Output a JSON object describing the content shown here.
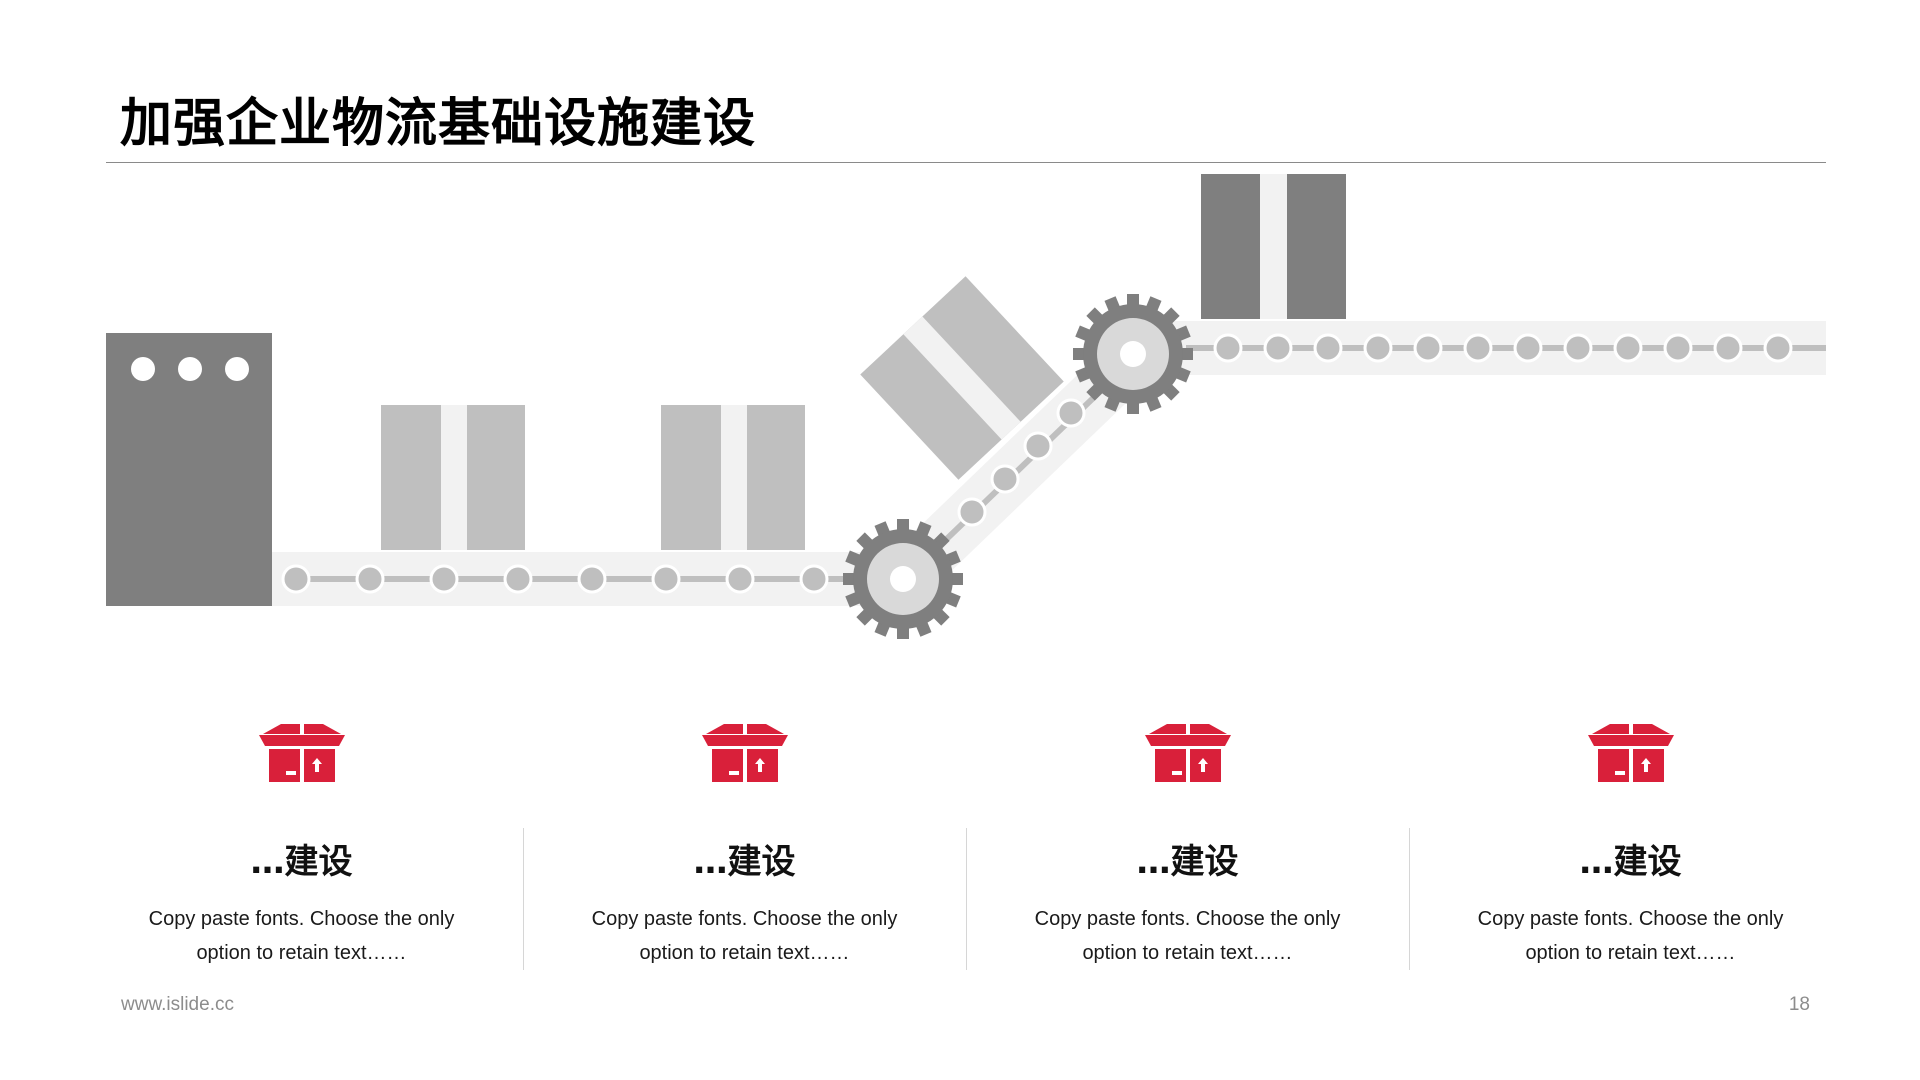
{
  "slide": {
    "title": "加强企业物流基础设施建设",
    "footer_url": "www.islide.cc",
    "page_number": "18"
  },
  "colors": {
    "accent": "#D9203A",
    "dark_gray": "#7F7F7F",
    "box_gray": "#BFBFBF",
    "belt_light": "#F2F2F2",
    "roller_gray": "#BFBFBF"
  },
  "cards": [
    {
      "icon": "open-box-icon",
      "title": "…建设",
      "text": "Copy paste fonts. Choose the only option to retain text……"
    },
    {
      "icon": "open-box-icon",
      "title": "…建设",
      "text": "Copy paste fonts. Choose the only option to retain text……"
    },
    {
      "icon": "open-box-icon",
      "title": "…建设",
      "text": "Copy paste fonts. Choose the only option to retain text……"
    },
    {
      "icon": "open-box-icon",
      "title": "…建设",
      "text": "Copy paste fonts. Choose the only option to retain text……"
    }
  ]
}
